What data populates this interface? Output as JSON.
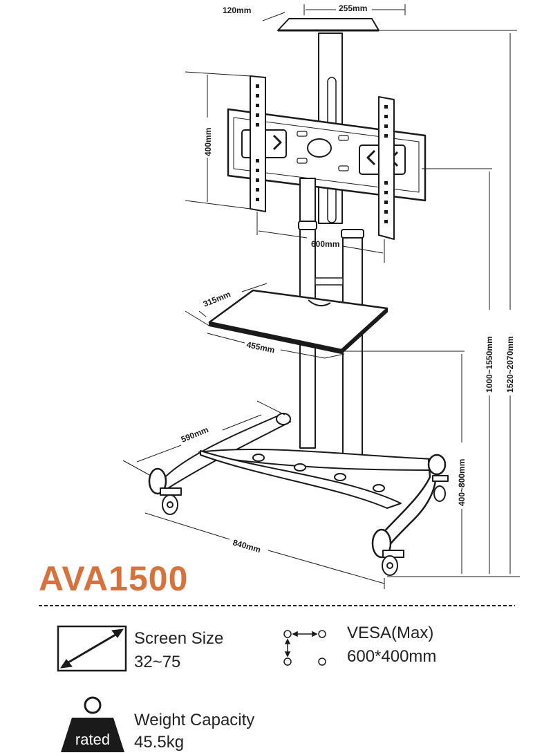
{
  "dimensions": {
    "top_plate_offset": "120mm",
    "top_plate_width": "255mm",
    "vesa_height": "400mm",
    "vesa_width": "600mm",
    "shelf_depth": "315mm",
    "shelf_width": "455mm",
    "base_depth": "590mm",
    "base_width": "840mm",
    "mount_height_range": "1000~1550mm",
    "total_height_range": "1520~2070mm",
    "shelf_height_range": "400~800mm"
  },
  "model": "AVA1500",
  "specs": {
    "screen_size_label": "Screen Size",
    "screen_size_value": "32~75",
    "vesa_label": "VESA(Max)",
    "vesa_value": "600*400mm",
    "weight_label": "Weight Capacity",
    "weight_value": "45.5kg",
    "rated_badge": "rated"
  },
  "icons": [
    "diagonal-arrow-icon",
    "vesa-holes-icon",
    "weight-icon"
  ],
  "colors": {
    "accent": "#d9713b",
    "line": "#1a1a1a"
  }
}
